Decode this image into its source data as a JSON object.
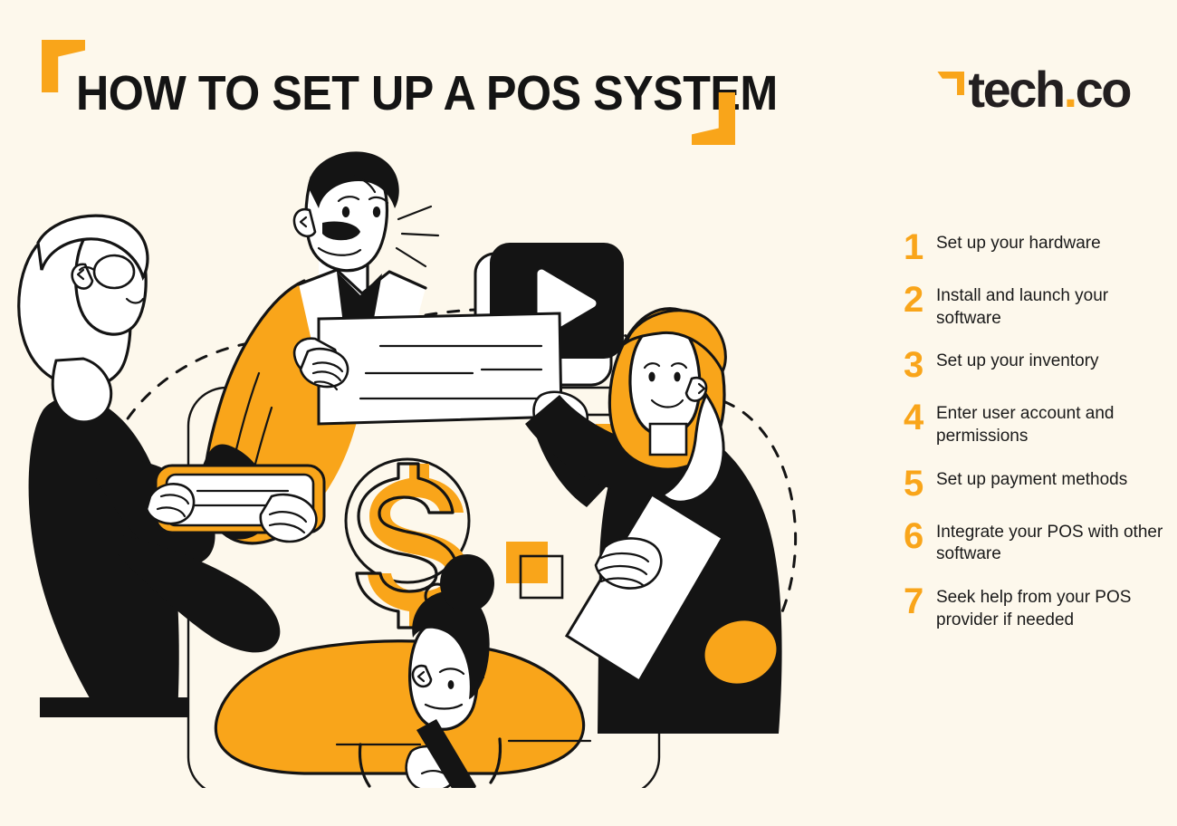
{
  "meta": {
    "background_color": "#FDF8EC",
    "accent_color": "#F9A51A",
    "ink_color": "#141414",
    "paper_color": "#FFFFFF"
  },
  "header": {
    "title": "HOW TO SET UP A POS SYSTEM",
    "bracket_top_left": "corner-bracket",
    "bracket_bottom_right": "corner-bracket"
  },
  "logo": {
    "mark": "corner-bracket-mark",
    "name": "tech",
    "dot": ".",
    "suffix": "co"
  },
  "steps": [
    {
      "number": "1",
      "text": "Set up your hardware"
    },
    {
      "number": "2",
      "text": "Install and launch your software"
    },
    {
      "number": "3",
      "text": "Set up your inventory"
    },
    {
      "number": "4",
      "text": "Enter user account and permissions"
    },
    {
      "number": "5",
      "text": "Set up payment methods"
    },
    {
      "number": "6",
      "text": "Integrate your POS with other software"
    },
    {
      "number": "7",
      "text": "Seek help from your POS provider if needed"
    }
  ],
  "illustration": {
    "alt": "Four people setting up a point of sale system",
    "elements": [
      "man-orange-sweater-holding-card",
      "video-play-button",
      "woman-white-hair-glasses-with-tablet",
      "woman-orange-hair-black-sweater-with-paper",
      "person-bun-hair-writing",
      "dollar-sign-coin",
      "dashed-decorative-loops",
      "decorative-squares"
    ]
  }
}
